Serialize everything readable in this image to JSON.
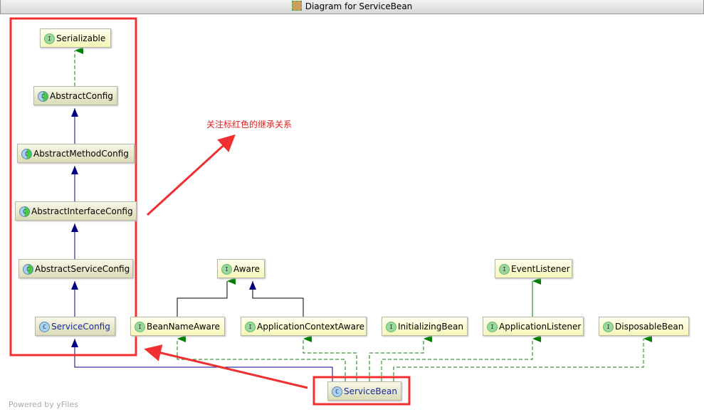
{
  "window": {
    "title": "Diagram for ServiceBean"
  },
  "nodes": {
    "serializable": "Serializable",
    "abstract_config": "AbstractConfig",
    "abstract_method_config": "AbstractMethodConfig",
    "abstract_interface_config": "AbstractInterfaceConfig",
    "abstract_service_config": "AbstractServiceConfig",
    "service_config": "ServiceConfig",
    "aware": "Aware",
    "event_listener": "EventListener",
    "bean_name_aware": "BeanNameAware",
    "application_context_aware": "ApplicationContextAware",
    "initializing_bean": "InitializingBean",
    "application_listener": "ApplicationListener",
    "disposable_bean": "DisposableBean",
    "service_bean": "ServiceBean"
  },
  "badges": {
    "interface": "I",
    "class": "C"
  },
  "annotation": "关注标红色的继承关系",
  "footer": "Powered by yFiles",
  "colors": {
    "highlight": "#f03030",
    "implements": "#008000",
    "extends": "#000080"
  }
}
